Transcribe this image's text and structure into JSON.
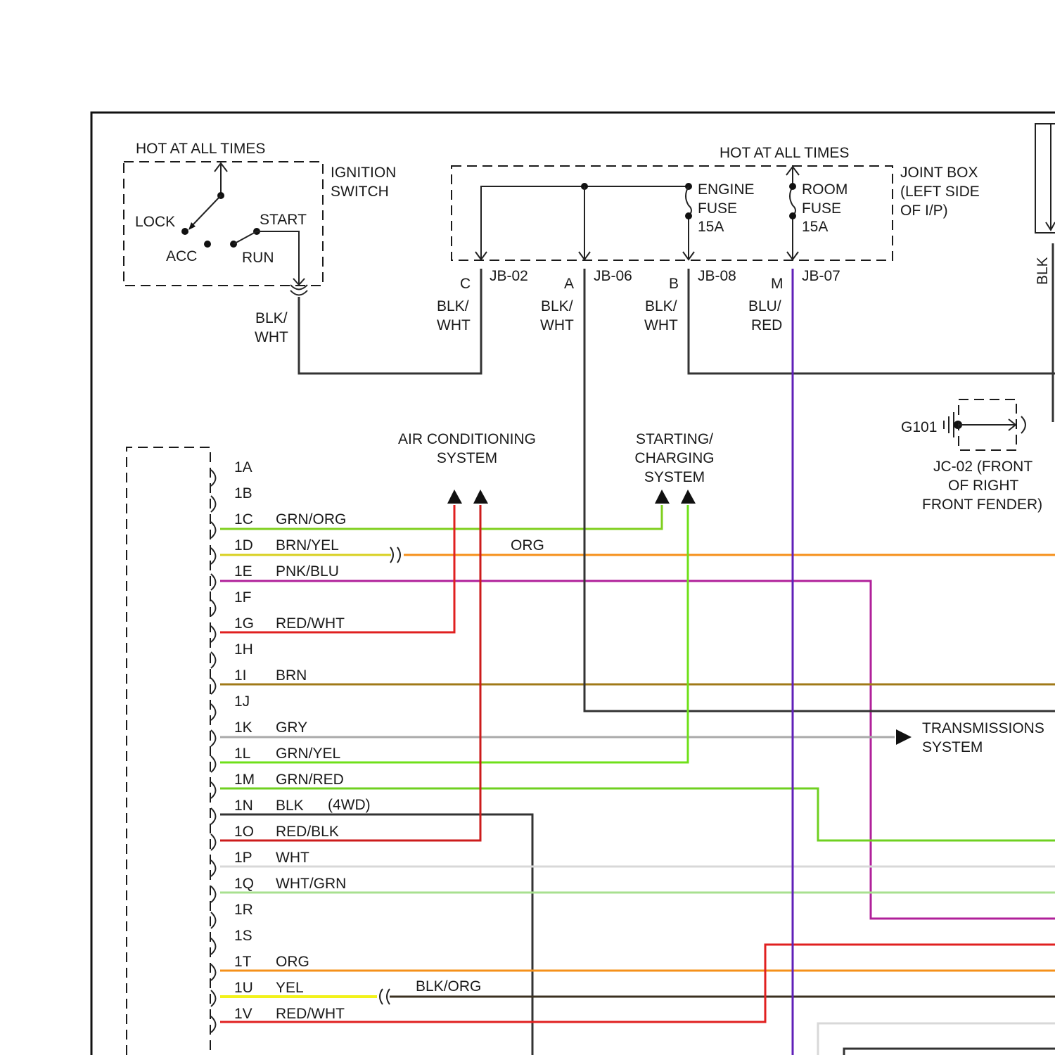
{
  "ignition": {
    "hot": "HOT AT ALL TIMES",
    "name_1": "IGNITION",
    "name_2": "SWITCH",
    "lock": "LOCK",
    "acc": "ACC",
    "start": "START",
    "run": "RUN",
    "wire_1": "BLK/",
    "wire_2": "WHT"
  },
  "joint_box": {
    "hot": "HOT AT ALL TIMES",
    "name_1": "JOINT BOX",
    "name_2": "(LEFT SIDE",
    "name_3": "OF I/P)",
    "engine_fuse": [
      "ENGINE",
      "FUSE",
      "15A"
    ],
    "room_fuse": [
      "ROOM",
      "FUSE",
      "15A"
    ],
    "terminals": [
      {
        "pin": "C",
        "id": "JB-02",
        "wire_1": "BLK/",
        "wire_2": "WHT"
      },
      {
        "pin": "A",
        "id": "JB-06",
        "wire_1": "BLK/",
        "wire_2": "WHT"
      },
      {
        "pin": "B",
        "id": "JB-08",
        "wire_1": "BLK/",
        "wire_2": "WHT"
      },
      {
        "pin": "M",
        "id": "JB-07",
        "wire_1": "BLU/",
        "wire_2": "RED"
      }
    ]
  },
  "right_wire": "BLK",
  "ground": {
    "id": "G101",
    "connector_1": "JC-02 (FRONT",
    "connector_2": "OF RIGHT",
    "connector_3": "FRONT FENDER)"
  },
  "ac_system": [
    "AIR CONDITIONING",
    "SYSTEM"
  ],
  "starting_system": [
    "STARTING/",
    "CHARGING",
    "SYSTEM"
  ],
  "transmission_system": [
    "TRANSMISSIONS",
    "SYSTEM"
  ],
  "splice_org": "ORG",
  "splice_blk_org": "BLK/ORG",
  "pin_4wd": "(4WD)",
  "pins": [
    {
      "pin": "1A",
      "wire": "",
      "color": ""
    },
    {
      "pin": "1B",
      "wire": "",
      "color": ""
    },
    {
      "pin": "1C",
      "wire": "GRN/ORG",
      "color": "#7fcf1e"
    },
    {
      "pin": "1D",
      "wire": "BRN/YEL",
      "color": "#d8d020"
    },
    {
      "pin": "1E",
      "wire": "PNK/BLU",
      "color": "#b0209a"
    },
    {
      "pin": "1F",
      "wire": "",
      "color": ""
    },
    {
      "pin": "1G",
      "wire": "RED/WHT",
      "color": "#e02020"
    },
    {
      "pin": "1H",
      "wire": "",
      "color": ""
    },
    {
      "pin": "1I",
      "wire": "BRN",
      "color": "#a07a18"
    },
    {
      "pin": "1J",
      "wire": "",
      "color": ""
    },
    {
      "pin": "1K",
      "wire": "GRY",
      "color": "#aaaaaa"
    },
    {
      "pin": "1L",
      "wire": "GRN/YEL",
      "color": "#6fe01a"
    },
    {
      "pin": "1M",
      "wire": "GRN/RED",
      "color": "#6fd020"
    },
    {
      "pin": "1N",
      "wire": "BLK",
      "color": "#333333"
    },
    {
      "pin": "1O",
      "wire": "RED/BLK",
      "color": "#cc1b1b"
    },
    {
      "pin": "1P",
      "wire": "WHT",
      "color": "#d8d8d8"
    },
    {
      "pin": "1Q",
      "wire": "WHT/GRN",
      "color": "#a8e090"
    },
    {
      "pin": "1R",
      "wire": "",
      "color": ""
    },
    {
      "pin": "1S",
      "wire": "",
      "color": ""
    },
    {
      "pin": "1T",
      "wire": "ORG",
      "color": "#f5901a"
    },
    {
      "pin": "1U",
      "wire": "YEL",
      "color": "#f2f21a"
    },
    {
      "pin": "1V",
      "wire": "RED/WHT",
      "color": "#e02020"
    }
  ],
  "colors": {
    "org": "#f5901a",
    "red": "#e02020",
    "pnk_blu": "#b0209a",
    "blu_red": "#6020b8",
    "grn_org": "#7fcf1e",
    "grn_yel": "#6fe01a",
    "blk_wht": "#333333"
  }
}
